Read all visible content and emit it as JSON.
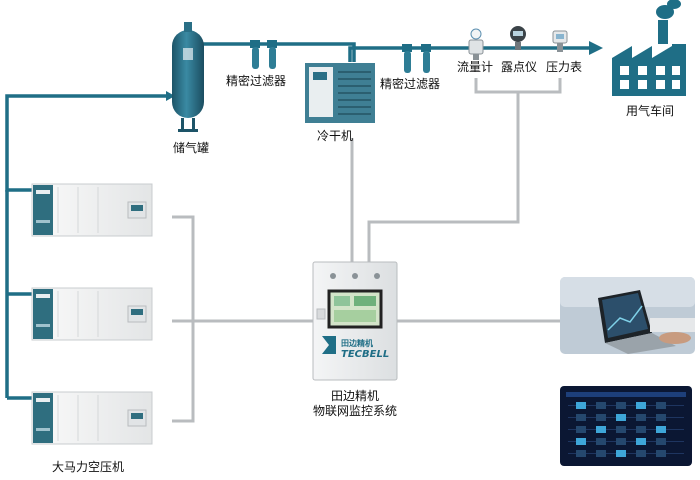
{
  "labels": {
    "receiver_tank": "储气罐",
    "filter_left": "精密过滤器",
    "dryer": "冷干机",
    "filter_right": "精密过滤器",
    "flow_meter": "流量计",
    "dew_point_meter": "露点仪",
    "pressure_gauge": "压力表",
    "workshop": "用气车间",
    "compressors": "大马力空压机",
    "monitor_line1": "田边精机",
    "monitor_line2": "物联网监控系统"
  },
  "cabinet": {
    "brand_cn": "田边精机",
    "brand_en": "TECBELL"
  },
  "colors": {
    "air_line": "#1f6e86",
    "signal_line": "#b9bcbf",
    "tank": "#2a6f86",
    "workshop": "#1f6e86",
    "compressor_panel": "#2f6e7f",
    "cabinet": "#eceeef"
  }
}
